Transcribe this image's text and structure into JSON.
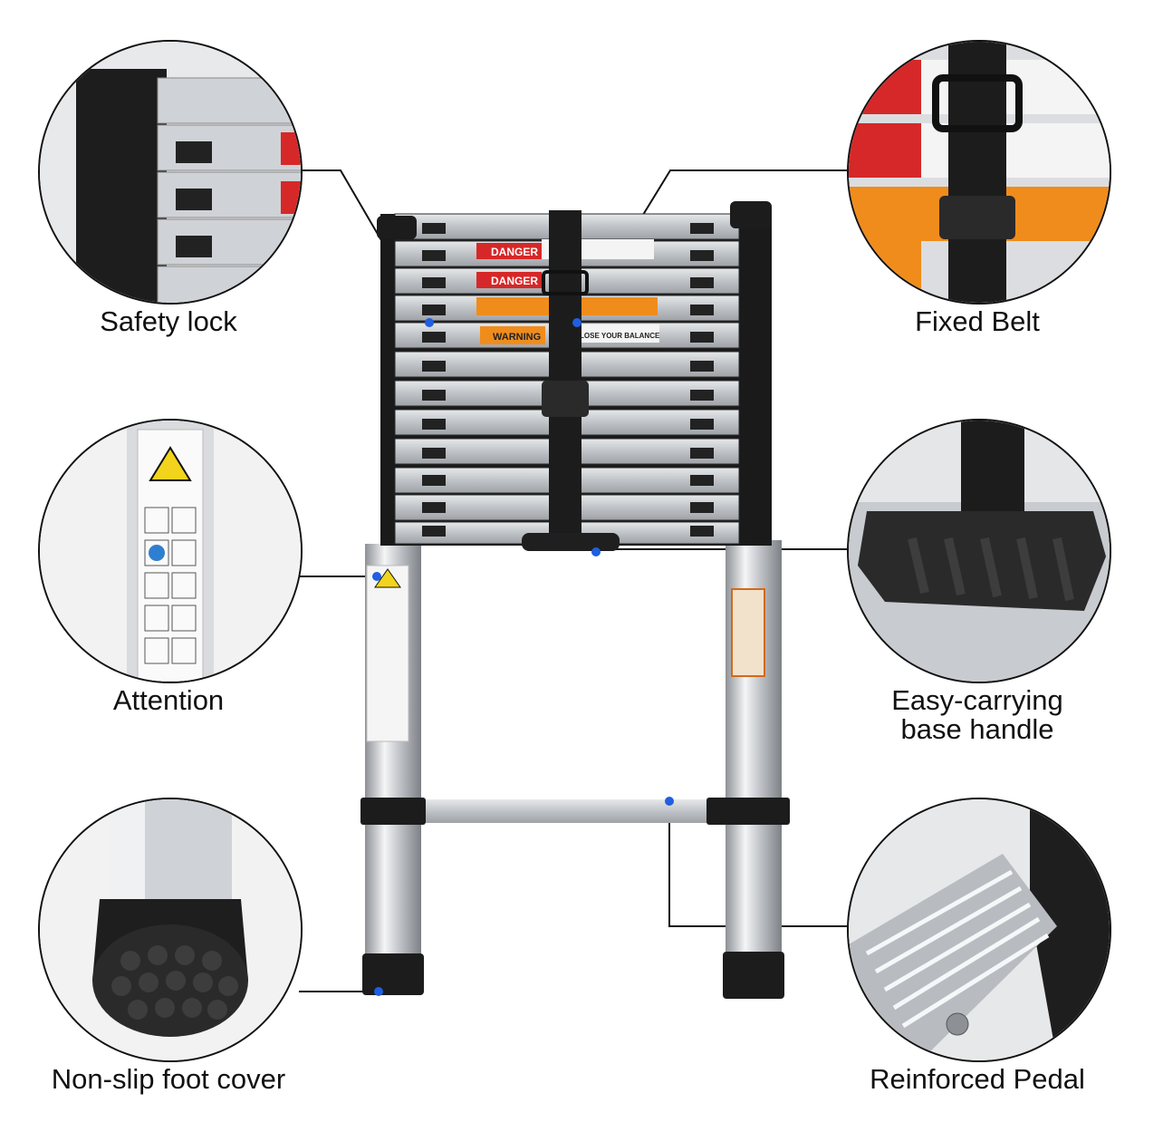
{
  "labels": {
    "safety_lock": "Safety lock",
    "fixed_belt": "Fixed Belt",
    "attention": "Attention",
    "base_handle_line1": "Easy-carrying",
    "base_handle_line2": "base handle",
    "foot_cover": "Non-slip foot cover",
    "pedal": "Reinforced Pedal"
  },
  "ladder_text": {
    "danger": "DANGER",
    "warning": "WARNING",
    "lose_balance": "LOSE YOUR BALANCE"
  },
  "colors": {
    "outline": "#111111",
    "callout_dot": "#1f5fe0",
    "danger_red": "#d62828",
    "warning_orange": "#f08c1c",
    "rubber_black": "#1c1c1c",
    "aluminium": "#c9ccd0"
  }
}
